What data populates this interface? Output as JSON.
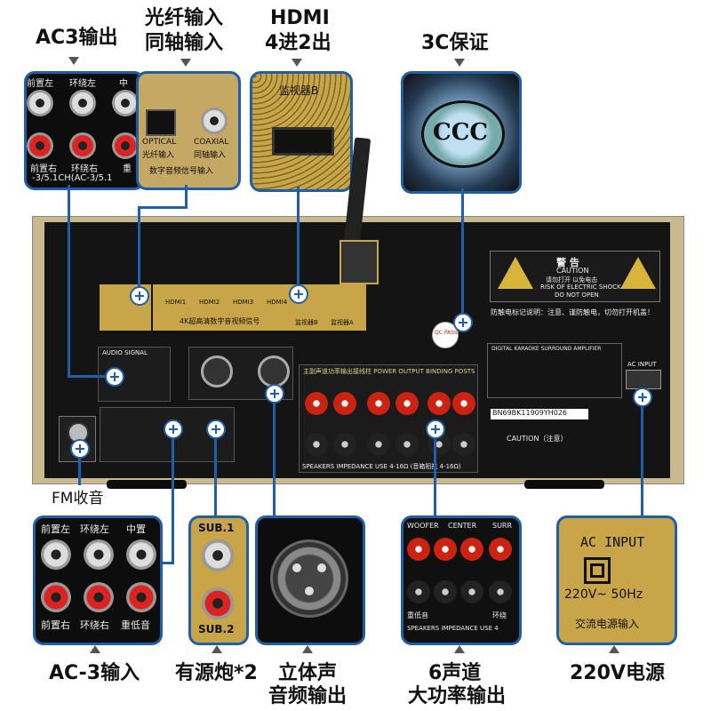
{
  "top_labels": {
    "ac3_out": "AC3输出",
    "optical_coaxial_line1": "光纤输入",
    "optical_coaxial_line2": "同轴输入",
    "hdmi_line1": "HDMI",
    "hdmi_line2": "4进2出",
    "ccc": "3C保证"
  },
  "bottom_labels": {
    "fm": "FM收音",
    "ac3_in": "AC-3输入",
    "subwoofer": "有源炮*2",
    "stereo_line1": "立体声",
    "stereo_line2": "音频输出",
    "six_ch_line1": "6声道",
    "six_ch_line2": "大功率输出",
    "power": "220V电源"
  },
  "thumb_texts": {
    "ac3_front_left": "前置左",
    "ac3_surround_left": "环绕左",
    "ac3_center": "中",
    "ac3_front_right": "前置右",
    "ac3_surround_right": "环绕右",
    "ac3_sub": "重",
    "ac3_footer": "-3/5.1CH(AC-3/5.1",
    "optical": "OPTICAL",
    "coaxial": "COAXIAL",
    "optical_cn": "光纤输入",
    "coaxial_cn": "同轴输入",
    "digital_in": "数字音频信号输入",
    "monitor_b": "监视器B",
    "ac3in_front_left": "前置左",
    "ac3in_surround_left": "环绕左",
    "ac3in_center": "中置",
    "ac3in_front_right": "前置右",
    "ac3in_surround_right": "环绕右",
    "ac3in_sub": "重低音",
    "sub1": "SUB.1",
    "sub2": "SUB.2",
    "woofer": "WOOFER",
    "center": "CENTER",
    "surr": "SURR",
    "woofer_cn": "重低音",
    "surr_cn": "环绕",
    "speakers_impedance": "SPEAKERS IMPEDANCE USE 4",
    "ac_input": "AC INPUT",
    "ac_voltage": "220V~ 50Hz",
    "ac_cn": "交流电源输入"
  },
  "panel_texts": {
    "warning_title": "警 告",
    "caution": "CAUTION",
    "warning_cn": "请勿打开 以免电击",
    "risk": "RISK OF ELECTRIC SHOCK",
    "do_not_open": "DO NOT OPEN",
    "warning_note": "防触电标记说明：注意、谨防触电，切勿打开机盖！",
    "hdmi_4k": "4K超高清数字音视频信号",
    "hdmi1": "HDMI1",
    "hdmi2": "HDMI2",
    "hdmi3": "HDMI3",
    "hdmi4": "HDMI4",
    "monitor_b_small": "监视器B",
    "monitor_a_small": "监视器A",
    "power_output": "主副声道功率输出接线柱  POWER OUTPUT BINDING POSTS",
    "digital_amp": "DIGITAL KARAOKE SURROUND AMPLIFIER",
    "serial": "BN69BK11909YH026",
    "caution_box": "CAUTION（注意）",
    "speakers_bottom": "SPEAKERS IMPEDANCE USE 4-16Ω (音箱阻抗 4-16Ω)",
    "ac_input_small": "AC INPUT",
    "audio_signal": "AUDIO SIGNAL",
    "qc": "QC PASS"
  },
  "colors": {
    "accent": "#1f5fa8",
    "chassis": "#c8b98e",
    "panel": "#141414",
    "gold": "#c9a54a",
    "red": "#cc2222"
  }
}
